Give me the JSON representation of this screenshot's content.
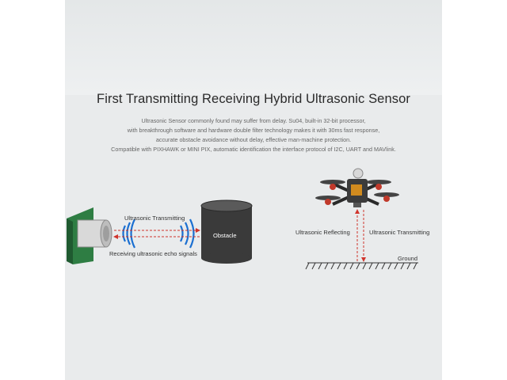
{
  "heading": "First Transmitting Receiving Hybrid Ultrasonic Sensor",
  "description": [
    "Ultrasonic Sensor commonly found may suffer from delay. Su04, built-in 32-bit processor,",
    "with breakthrough software and hardware double filter technology makes it with 30ms fast response,",
    "accurate obstacle avoidance without delay, effective man-machine protection.",
    "Compatible with PIXHAWK or MINI PIX, automatic identification the interface protocol of I2C, UART and MAVlink."
  ],
  "left_diagram": {
    "transmit_label": "Ultrasonic Transmitting",
    "receive_label": "Receiving ultrasonic echo signals",
    "obstacle_label": "Obstacle"
  },
  "right_diagram": {
    "reflect_label": "Ultrasonic Reflecting",
    "transmit_label": "Ultrasonic Transmitting",
    "ground_label": "Ground"
  },
  "colors": {
    "arrow": "#d0342c",
    "wave": "#1a6fd1",
    "board": "#2e7d43"
  }
}
